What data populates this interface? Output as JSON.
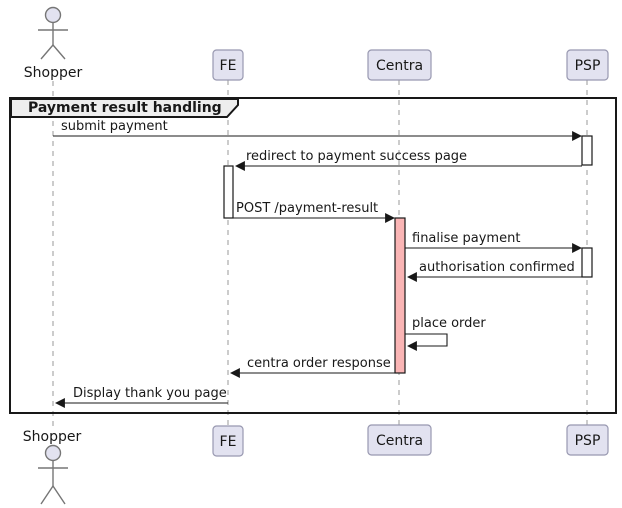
{
  "diagram": {
    "type": "sequence-diagram",
    "frame_title": "Payment result handling",
    "participants": [
      {
        "name": "Shopper",
        "kind": "actor"
      },
      {
        "name": "FE",
        "kind": "participant"
      },
      {
        "name": "Centra",
        "kind": "participant"
      },
      {
        "name": "PSP",
        "kind": "participant"
      }
    ],
    "messages": [
      {
        "label": "submit payment",
        "from": "Shopper",
        "to": "PSP"
      },
      {
        "label": "redirect to payment success page",
        "from": "PSP",
        "to": "FE"
      },
      {
        "label": "POST /payment-result",
        "from": "FE",
        "to": "Centra"
      },
      {
        "label": "finalise payment",
        "from": "Centra",
        "to": "PSP"
      },
      {
        "label": "authorisation confirmed",
        "from": "PSP",
        "to": "Centra"
      },
      {
        "label": "place order",
        "from": "Centra",
        "to": "Centra",
        "self": true
      },
      {
        "label": "centra order response",
        "from": "Centra",
        "to": "FE"
      },
      {
        "label": "Display thank you page",
        "from": "FE",
        "to": "Shopper"
      }
    ],
    "colors": {
      "participant_fill": "#E2E2F0",
      "participant_border": "#9898B0",
      "activation_fill": "#FFFFFF",
      "activation_highlight_fill": "#FAB5B5",
      "frame_border": "#181818",
      "frame_title_bg": "#EEEEEE",
      "lifeline": "#999999",
      "arrow": "#181818"
    }
  }
}
